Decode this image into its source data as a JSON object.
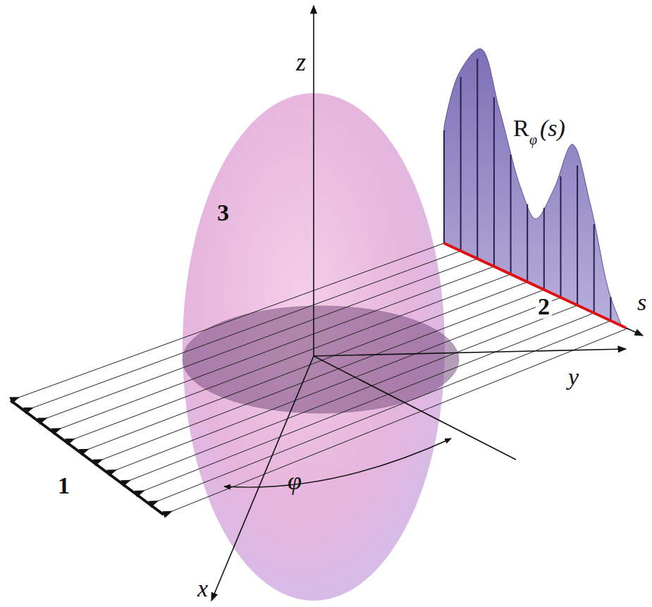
{
  "diagram": {
    "labels": [
      "z",
      "3",
      "R",
      "φ",
      "(s)",
      "2",
      "s",
      "y",
      "x",
      "1",
      "φ"
    ]
  }
}
